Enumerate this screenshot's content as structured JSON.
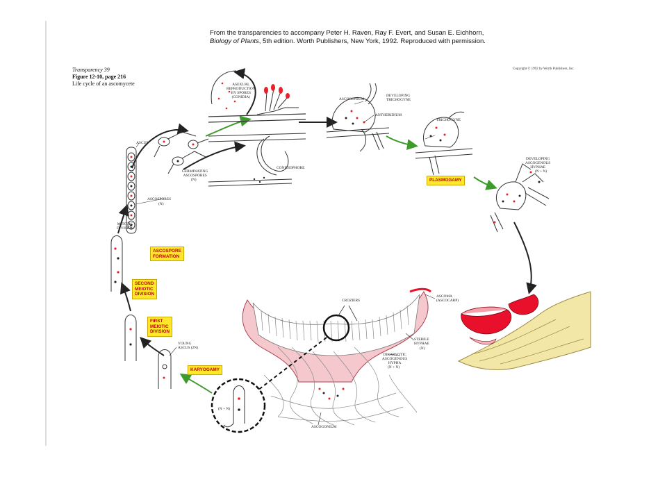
{
  "header": {
    "line1": "From the transparencies to accompany Peter H. Raven, Ray F. Evert, and Susan E. Eichhorn,",
    "line2_book": "Biology of Plants",
    "line2_rest": ", 5th edition.  Worth Publishers, New York, 1992.  Reproduced with permission."
  },
  "caption": {
    "transparency": "Transparency 39",
    "figure": "Figure 12-10, page 216",
    "title": "Life cycle of an ascomycete"
  },
  "copyright": "Copyright © 1992 by Worth Publishers, Inc.",
  "stages": {
    "plasmogamy": "PLASMOGAMY",
    "karyogamy": "KARYOGAMY",
    "first_meiotic": "FIRST\nMEIOTIC\nDIVISION",
    "second_meiotic": "SECOND\nMEIOTIC\nDIVISION",
    "ascospore_formation": "ASCOSPORE\nFORMATION"
  },
  "labels": {
    "asexual": "ASEXUAL\nREPRODUCTION\nBY SPORES\n(CONIDIA)",
    "ascogonium_top": "ASCOGONIUM",
    "developing_trichogyne": "DEVELOPING\nTRICHOGYNE",
    "antheridium": "ANTHERIDIUM",
    "trichogyne": "TRICHOGYNE",
    "developing_hyphae": "DEVELOPING\nASCOGENOUS\nHYPHAE",
    "developing_hyphae_ploidy": "(n + n)",
    "conidiophore": "CONIDIOPHORE",
    "germinating": "GERMINATING\nASCOSPORES",
    "germinating_ploidy": "(n)",
    "ascus": "ASCUS",
    "ascospores": "ASCOSPORES",
    "ascospores_ploidy": "(n)",
    "mitotic": "MITOTIC\nDIVISION",
    "croziers": "CROZIERS",
    "ascoma": "ASCOMA\n(ASCOCARP)",
    "sterile": "STERILE\nHYPHAE",
    "sterile_ploidy": "(n)",
    "dikaryotic": "DIKARYOTIC\nASCOGENOUS\nHYPHA",
    "dikaryotic_ploidy": "(n + n)",
    "young_ascus": "YOUNG\nASCUS (2n)",
    "ascogonium_bottom": "ASCOGONIUM",
    "inset_ploidy": "(n + n)"
  },
  "colors": {
    "stage_fill": "#ffe82a",
    "stage_text": "#c0000a",
    "arrow_green": "#3f9a2c",
    "nucleus_red": "#e8202a",
    "ascocarp_red": "#e8102a",
    "wood": "#f3e7a8"
  }
}
